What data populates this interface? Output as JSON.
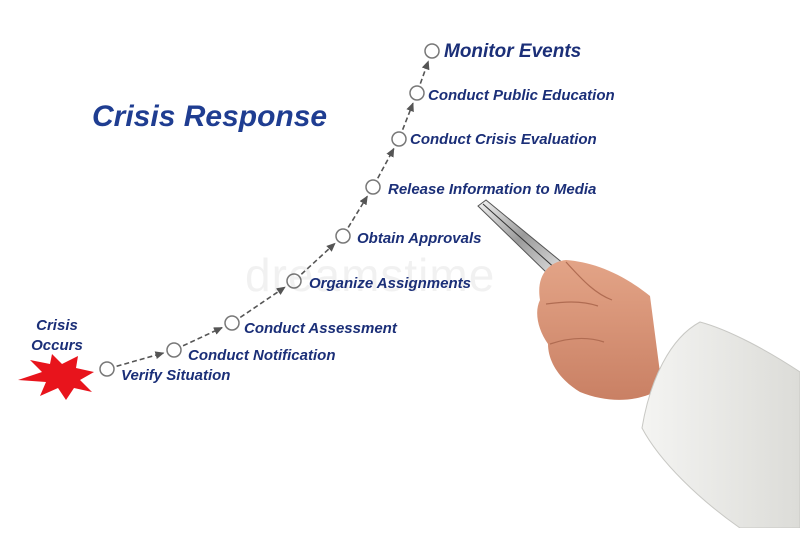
{
  "diagram": {
    "title": "Crisis Response",
    "start": {
      "line1": "Crisis",
      "line2": "Occurs",
      "accent_color": "#e8141c"
    },
    "steps": [
      "Verify Situation",
      "Conduct Notification",
      "Conduct Assessment",
      "Organize Assignments",
      "Obtain Approvals",
      "Release Information to Media",
      "Conduct Crisis Evaluation",
      "Conduct Public Education",
      "Monitor Events"
    ],
    "text_color": "#1b2f78",
    "node_style": "circle",
    "connector": "arrow"
  }
}
